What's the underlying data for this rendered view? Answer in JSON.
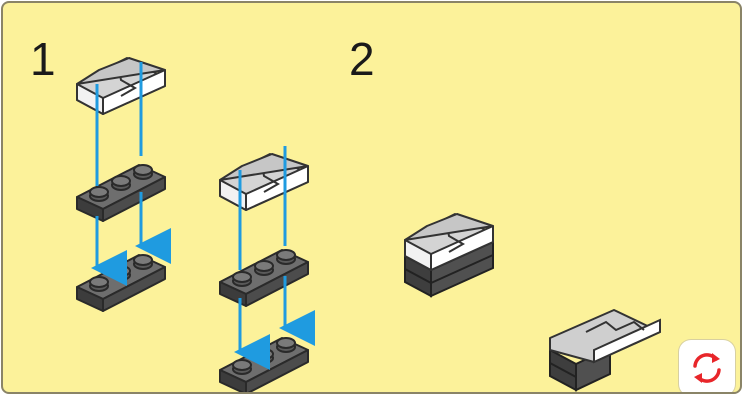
{
  "steps": [
    {
      "number": "1"
    },
    {
      "number": "2"
    }
  ],
  "controls": {
    "rotate_button": "rotate-view"
  },
  "colors": {
    "background": "#fcf29a",
    "light_gray_brick": "#c8c8c8",
    "dark_gray_plate": "#585858",
    "guide_arrow": "#1f9be0",
    "rotate_icon": "#e8262a"
  }
}
